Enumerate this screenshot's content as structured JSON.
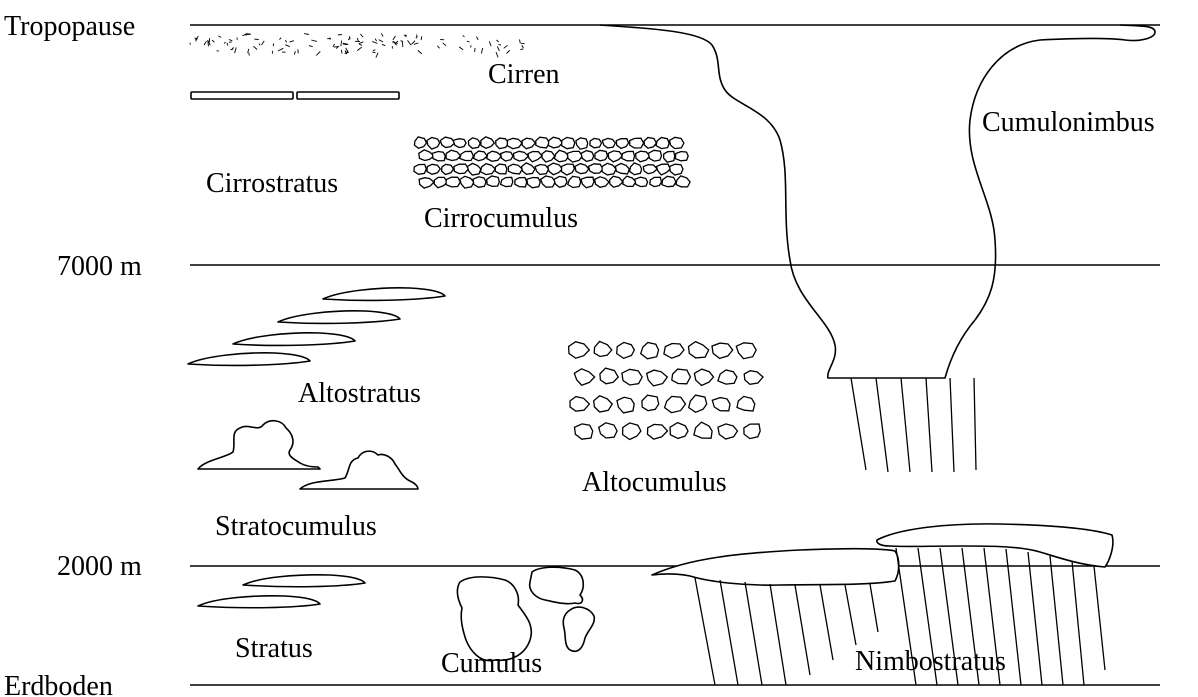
{
  "altitude_levels": [
    {
      "label": "Tropopause"
    },
    {
      "label": "7000 m"
    },
    {
      "label": "2000 m"
    },
    {
      "label": "Erdboden"
    }
  ],
  "cloud_types": {
    "cirren": "Cirren",
    "cirrostratus": "Cirrostratus",
    "cirrocumulus": "Cirrocumulus",
    "cumulonimbus": "Cumulonimbus",
    "altostratus": "Altostratus",
    "altocumulus": "Altocumulus",
    "stratocumulus": "Stratocumulus",
    "stratus": "Stratus",
    "cumulus": "Cumulus",
    "nimbostratus": "Nimbostratus"
  },
  "colors": {
    "line": "#000000",
    "background": "#ffffff"
  }
}
